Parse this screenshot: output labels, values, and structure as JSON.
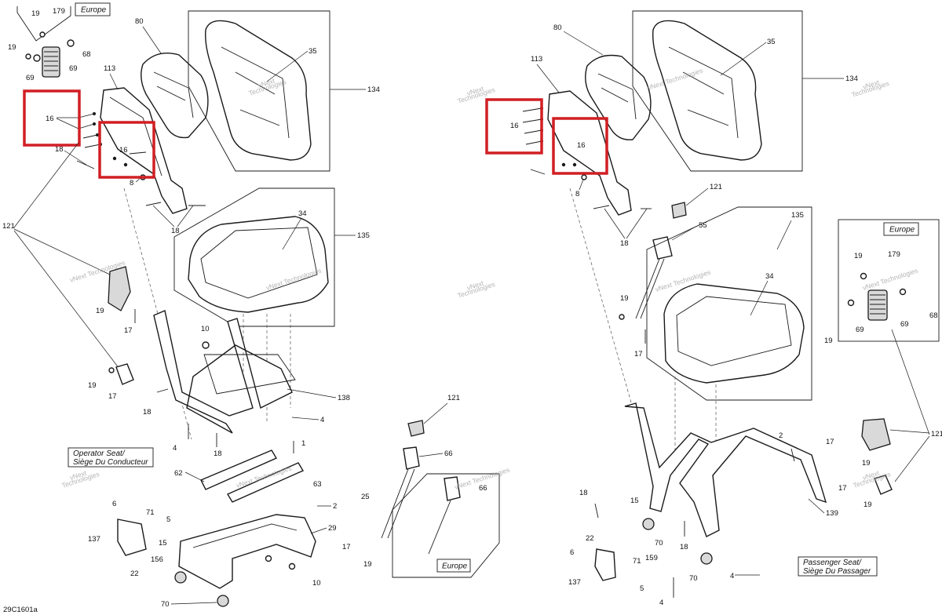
{
  "figure_id": "29C1601a",
  "region_labels": {
    "europe_left": "Europe",
    "europe_right_top": "Europe",
    "europe_right_bottom": "Europe"
  },
  "seat_labels": {
    "operator_line1": "Operator Seat/",
    "operator_line2": "Siège Du Conducteur",
    "passenger_line1": "Passenger Seat/",
    "passenger_line2": "Siège Du Passager"
  },
  "watermark": {
    "line1": "vNext",
    "line2": "Technologies",
    "single": "vNext Technologies"
  },
  "callouts": {
    "c19": "19",
    "c179": "179",
    "c68": "68",
    "c69": "69",
    "c80": "80",
    "c35": "35",
    "c134": "134",
    "c113": "113",
    "c16": "16",
    "c18": "18",
    "c8": "8",
    "c121": "121",
    "c34": "34",
    "c135": "135",
    "c17": "17",
    "c10": "10",
    "c138": "138",
    "c4": "4",
    "c1": "1",
    "c62": "62",
    "c63": "63",
    "c2": "2",
    "c6": "6",
    "c71": "71",
    "c5": "5",
    "c137": "137",
    "c15": "15",
    "c156": "156",
    "c22": "22",
    "c25": "25",
    "c29": "29",
    "c70": "70",
    "c66": "66",
    "c55": "55",
    "c139": "139",
    "c159": "159"
  },
  "colors": {
    "highlight": "#d11f24",
    "line": "#1a1a1a"
  }
}
